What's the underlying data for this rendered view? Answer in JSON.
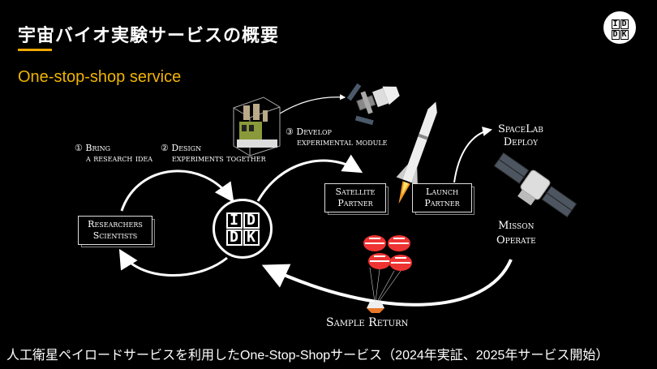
{
  "header": {
    "title": "宇宙バイオ実験サービスの概要",
    "subtitle": "One-stop-shop service"
  },
  "logo": {
    "letters": [
      "I",
      "D",
      "D",
      "K"
    ]
  },
  "steps": {
    "step1": {
      "num": "①",
      "line1": "Bring",
      "line2": "a research idea"
    },
    "step2": {
      "num": "②",
      "line1": "Design",
      "line2": "experiments together"
    },
    "step3": {
      "num": "③",
      "line1": "Develop",
      "line2": "experimental module"
    }
  },
  "boxes": {
    "researchers": {
      "line1": "Researchers",
      "line2": "Scientists"
    },
    "satellite": {
      "line1": "Satellite",
      "line2": "Partner"
    },
    "launch": {
      "line1": "Launch",
      "line2": "Partner"
    }
  },
  "labels": {
    "spacelab_line1": "SpaceLab",
    "spacelab_line2": "Deploy",
    "mission_line1": "Misson",
    "mission_line2": "Operate",
    "sample_return": "Sample Return"
  },
  "footer": "人工衛星ペイロードサービスを利用したOne-Stop-Shopサービス（2024年実証、2025年サービス開始）"
}
